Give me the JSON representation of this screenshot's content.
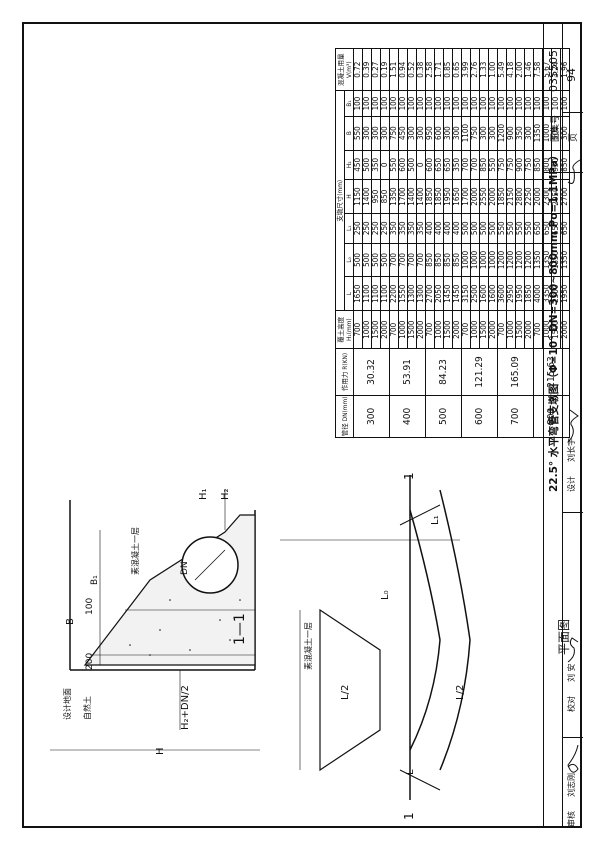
{
  "title": "22.5° 水平弯管支墩图（Φ=10°  DN=300~800mm  Po=1.1MPa）",
  "atlas_label": "图集号",
  "atlas_no": "03S505",
  "page_label": "页",
  "page_no": "94",
  "sign": {
    "review_label": "审核",
    "review_name": "刘志刚",
    "check_label": "校对",
    "check_name": "刘  安",
    "design_label": "设计",
    "design_name": "刘长宇"
  },
  "table": {
    "headers": {
      "dn": "管径 DN(mm)",
      "force": "作用力 R(KN)",
      "cover": "覆土高度 H₁(mm)",
      "dims": "支墩尺寸(mm)",
      "L": "L",
      "L0": "L₀",
      "L1": "L₁",
      "H": "H",
      "H2": "H₂",
      "B": "B",
      "B1": "B₁",
      "vol": "混凝土用量 V(m³)"
    },
    "groups": [
      {
        "dn": "300",
        "r": "30.32",
        "rows": [
          [
            "700",
            "1650",
            "500",
            "250",
            "1150",
            "450",
            "550",
            "100",
            "0.72"
          ],
          [
            "1000",
            "1100",
            "500",
            "250",
            "1400",
            "500",
            "300",
            "100",
            "0.39"
          ],
          [
            "1500",
            "1100",
            "500",
            "250",
            "950",
            "350",
            "300",
            "100",
            "0.27"
          ],
          [
            "2000",
            "1100",
            "500",
            "250",
            "850",
            "0",
            "300",
            "100",
            "0.19"
          ]
        ]
      },
      {
        "dn": "400",
        "r": "53.91",
        "rows": [
          [
            "700",
            "2200",
            "700",
            "350",
            "1350",
            "550",
            "750",
            "100",
            "1.51"
          ],
          [
            "1000",
            "1550",
            "700",
            "350",
            "1700",
            "600",
            "450",
            "100",
            "0.94"
          ],
          [
            "1500",
            "1300",
            "700",
            "350",
            "1400",
            "500",
            "300",
            "100",
            "0.52"
          ],
          [
            "2000",
            "1300",
            "700",
            "350",
            "1400",
            "0",
            "300",
            "100",
            "0.38"
          ]
        ]
      },
      {
        "dn": "500",
        "r": "84.23",
        "rows": [
          [
            "700",
            "2700",
            "850",
            "400",
            "1850",
            "600",
            "950",
            "100",
            "2.58"
          ],
          [
            "1000",
            "2050",
            "850",
            "400",
            "1850",
            "650",
            "600",
            "100",
            "1.71"
          ],
          [
            "1500",
            "1450",
            "850",
            "400",
            "1950",
            "650",
            "300",
            "100",
            "0.85"
          ],
          [
            "2000",
            "1450",
            "850",
            "400",
            "1650",
            "350",
            "300",
            "100",
            "0.65"
          ]
        ]
      },
      {
        "dn": "600",
        "r": "121.29",
        "rows": [
          [
            "700",
            "3150",
            "1000",
            "500",
            "1700",
            "700",
            "1100",
            "100",
            "3.99"
          ],
          [
            "1000",
            "2500",
            "1000",
            "500",
            "2000",
            "700",
            "750",
            "100",
            "2.76"
          ],
          [
            "1500",
            "1600",
            "1000",
            "500",
            "2550",
            "850",
            "300",
            "100",
            "1.33"
          ],
          [
            "2000",
            "1600",
            "1000",
            "500",
            "2000",
            "550",
            "300",
            "100",
            "1.00"
          ]
        ]
      },
      {
        "dn": "700",
        "r": "165.09",
        "rows": [
          [
            "700",
            "3600",
            "1200",
            "550",
            "1850",
            "750",
            "1200",
            "100",
            "5.49"
          ],
          [
            "1000",
            "2950",
            "1200",
            "550",
            "2150",
            "750",
            "900",
            "100",
            "4.18"
          ],
          [
            "1500",
            "1950",
            "1200",
            "550",
            "2800",
            "900",
            "350",
            "100",
            "2.00"
          ],
          [
            "2000",
            "1850",
            "1200",
            "550",
            "2250",
            "750",
            "300",
            "100",
            "1.46"
          ]
        ]
      },
      {
        "dn": "800",
        "r": "215.63",
        "rows": [
          [
            "700",
            "4000",
            "1350",
            "650",
            "2000",
            "850",
            "1350",
            "100",
            "7.58"
          ],
          [
            "1000",
            "3350",
            "1350",
            "650",
            "2300",
            "800",
            "1000",
            "100",
            "5.67"
          ],
          [
            "1500",
            "2300",
            "1350",
            "650",
            "2950",
            "950",
            "500",
            "100",
            "3.24"
          ],
          [
            "2000",
            "1950",
            "1350",
            "650",
            "2700",
            "850",
            "300",
            "100",
            "1.96"
          ]
        ]
      }
    ]
  },
  "section": {
    "name": "1—1",
    "design_ground": "设计地面",
    "natural_soil": "自然土",
    "cushion": "素混凝土一层",
    "pipe_dn": "DN",
    "dim_H": "H",
    "dim_H1": "H₁",
    "dim_H2": "H₂",
    "dim_H2dn": "H₂+DN/2",
    "dim_B": "B",
    "dim_B1": "B₁",
    "dim_100": "100",
    "dim_200": "200"
  },
  "plan": {
    "name": "平面图",
    "cushion": "素混凝土一层",
    "dim_L0": "L₀",
    "dim_L1": "L₁",
    "dim_L": "L",
    "dim_Lhalf_left": "L/2",
    "dim_Lhalf_right": "L/2",
    "sec_mark_top": "1",
    "sec_mark_bottom": "1"
  }
}
